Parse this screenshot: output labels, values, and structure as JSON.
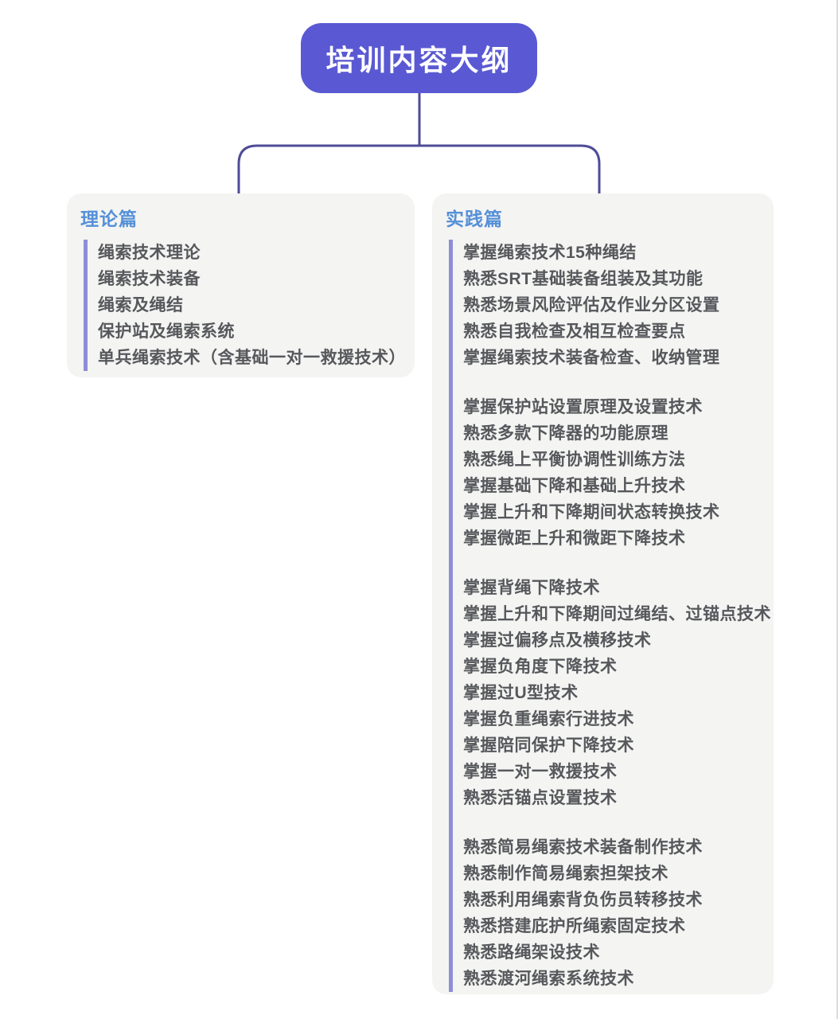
{
  "title": "培训内容大纲",
  "colors": {
    "root_node_bg": "#5a59d3",
    "root_node_text": "#ffffff",
    "connector_line": "#4e4c96",
    "panel_bg": "#f4f4f2",
    "section_header": "#5590d8",
    "item_bar": "#8f8cd8",
    "item_text": "#56585c"
  },
  "theory": {
    "header": "理论篇",
    "items": [
      "绳索技术理论",
      "绳索技术装备",
      "绳索及绳结",
      "保护站及绳索系统",
      "单兵绳索技术（含基础一对一救援技术）"
    ]
  },
  "practice": {
    "header": "实践篇",
    "groups": [
      [
        "掌握绳索技术15种绳结",
        "熟悉SRT基础装备组装及其功能",
        "熟悉场景风险评估及作业分区设置",
        "熟悉自我检查及相互检查要点",
        "掌握绳索技术装备检查、收纳管理"
      ],
      [
        "掌握保护站设置原理及设置技术",
        "熟悉多款下降器的功能原理",
        "熟悉绳上平衡协调性训练方法",
        "掌握基础下降和基础上升技术",
        "掌握上升和下降期间状态转换技术",
        "掌握微距上升和微距下降技术"
      ],
      [
        "掌握背绳下降技术",
        "掌握上升和下降期间过绳结、过锚点技术",
        "掌握过偏移点及横移技术",
        "掌握负角度下降技术",
        "掌握过U型技术",
        "掌握负重绳索行进技术",
        "掌握陪同保护下降技术",
        "掌握一对一救援技术",
        "熟悉活锚点设置技术"
      ],
      [
        "熟悉简易绳索技术装备制作技术",
        "熟悉制作简易绳索担架技术",
        "熟悉利用绳索背负伤员转移技术",
        "熟悉搭建庇护所绳索固定技术",
        "熟悉路绳架设技术",
        "熟悉渡河绳索系统技术"
      ]
    ]
  }
}
